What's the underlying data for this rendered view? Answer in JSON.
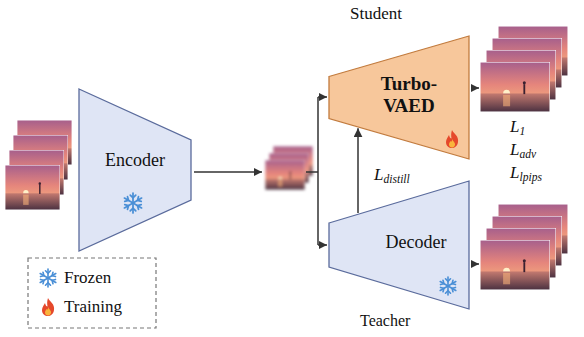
{
  "diagram": {
    "nodes": [
      {
        "text": [
          "Encoder"
        ]
      },
      {
        "text": [
          "Student",
          "Turbo-VAED"
        ]
      },
      {
        "text": [
          "Decoder",
          "Teacher"
        ]
      }
    ],
    "edges": [
      {
        "from": 2,
        "to": 1,
        "arrow": "to",
        "label": "Ldistill"
      }
    ],
    "labels": [
      "L1",
      "Ladv",
      "Llpips"
    ],
    "legend": [
      {
        "text": "Frozen"
      },
      {
        "text": "Training"
      }
    ]
  }
}
